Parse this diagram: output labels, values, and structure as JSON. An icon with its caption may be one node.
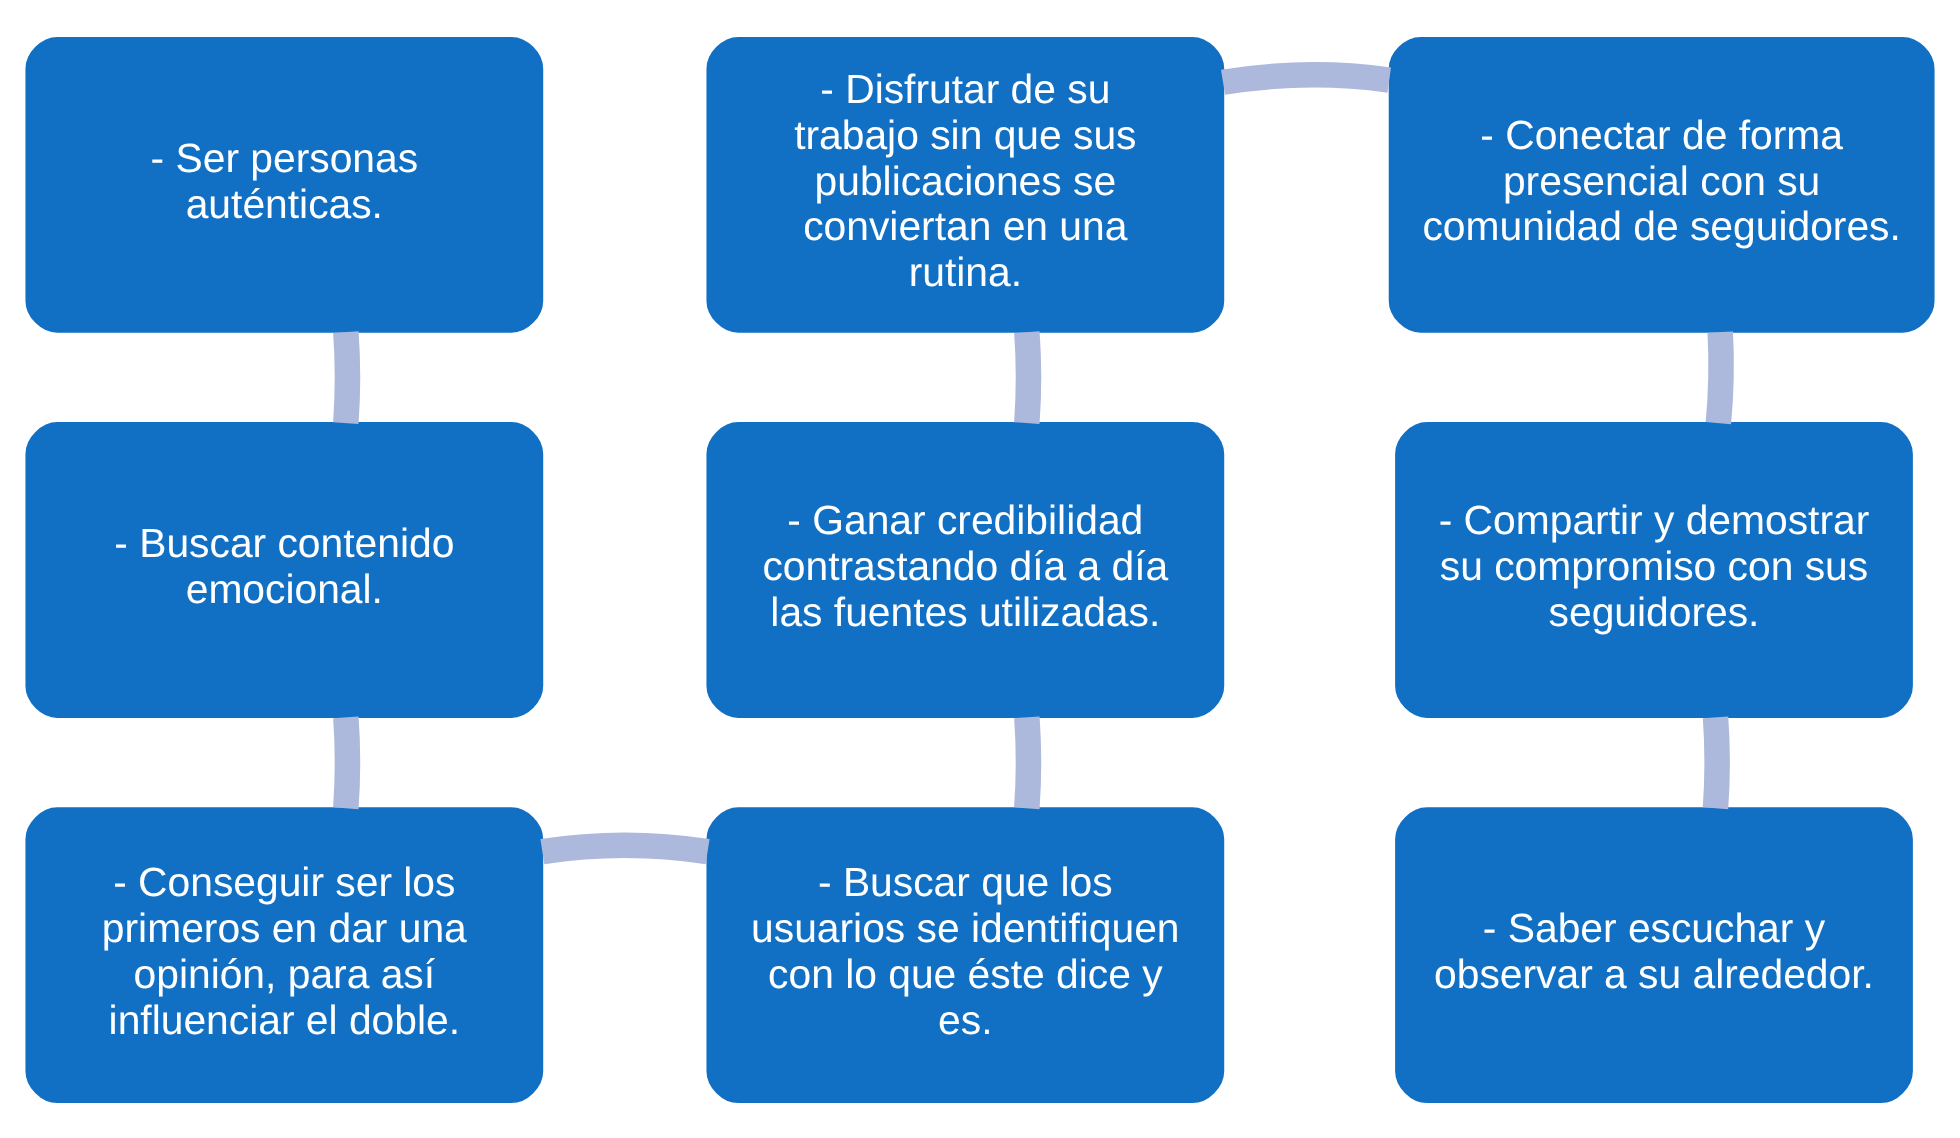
{
  "diagram": {
    "nodes": [
      {
        "text": [
          "- Ser personas auténticas."
        ]
      },
      {
        "text": [
          "- Buscar contenido emocional."
        ]
      },
      {
        "text": [
          "- Conseguir ser los primeros en dar una opinión, para así influenciar el doble."
        ]
      },
      {
        "text": [
          "- Buscar que los usuarios se identifiquen con lo que éste dice y es."
        ]
      },
      {
        "text": [
          "- Ganar credibilidad contrastando día a día las fuentes utilizadas."
        ]
      },
      {
        "text": [
          "- Disfrutar de su trabajo sin que sus publicaciones se conviertan en una rutina."
        ]
      },
      {
        "text": [
          "- Conectar de forma presencial con su comunidad de seguidores."
        ]
      },
      {
        "text": [
          "- Compartir y demostrar su compromiso con sus seguidores."
        ]
      },
      {
        "text": [
          "- Saber escuchar y observar a su alrededor."
        ]
      }
    ],
    "edges": [
      {
        "from": 0,
        "to": 1,
        "arrow": "none"
      },
      {
        "from": 1,
        "to": 2,
        "arrow": "none"
      },
      {
        "from": 2,
        "to": 3,
        "arrow": "none"
      },
      {
        "from": 3,
        "to": 4,
        "arrow": "none"
      },
      {
        "from": 4,
        "to": 5,
        "arrow": "none"
      },
      {
        "from": 5,
        "to": 6,
        "arrow": "none"
      },
      {
        "from": 6,
        "to": 7,
        "arrow": "none"
      },
      {
        "from": 7,
        "to": 8,
        "arrow": "none"
      }
    ]
  }
}
